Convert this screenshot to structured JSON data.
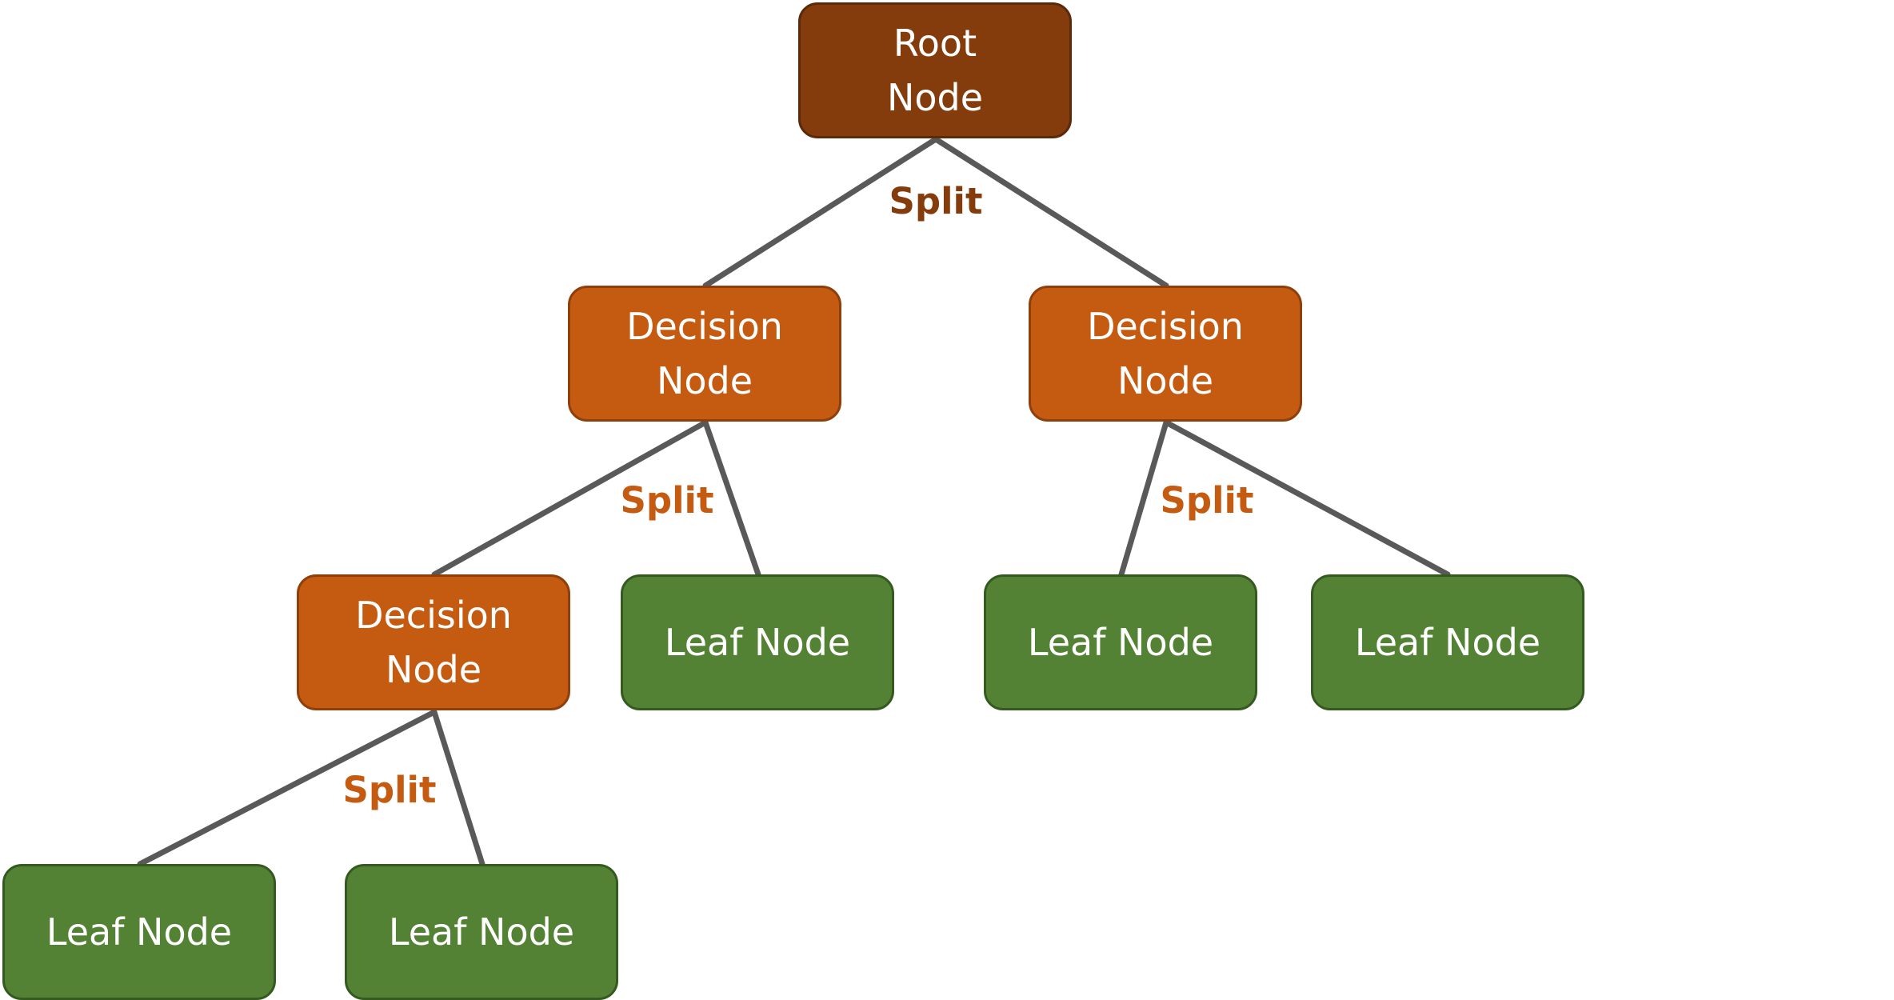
{
  "nodes": {
    "root": {
      "line1": "Root",
      "line2": "Node"
    },
    "decision_left": {
      "line1": "Decision",
      "line2": "Node"
    },
    "decision_right": {
      "line1": "Decision",
      "line2": "Node"
    },
    "decision_lower": {
      "line1": "Decision",
      "line2": "Node"
    },
    "leaf_mid_1": {
      "label": "Leaf Node"
    },
    "leaf_right_1": {
      "label": "Leaf Node"
    },
    "leaf_right_2": {
      "label": "Leaf Node"
    },
    "leaf_bottom_1": {
      "label": "Leaf Node"
    },
    "leaf_bottom_2": {
      "label": "Leaf Node"
    }
  },
  "split_labels": {
    "root": "Split",
    "decision_left": "Split",
    "decision_right": "Split",
    "decision_lower": "Split"
  },
  "colors": {
    "root": "#843c0c",
    "decision": "#c55a11",
    "leaf": "#548235",
    "edge": "#595959"
  }
}
